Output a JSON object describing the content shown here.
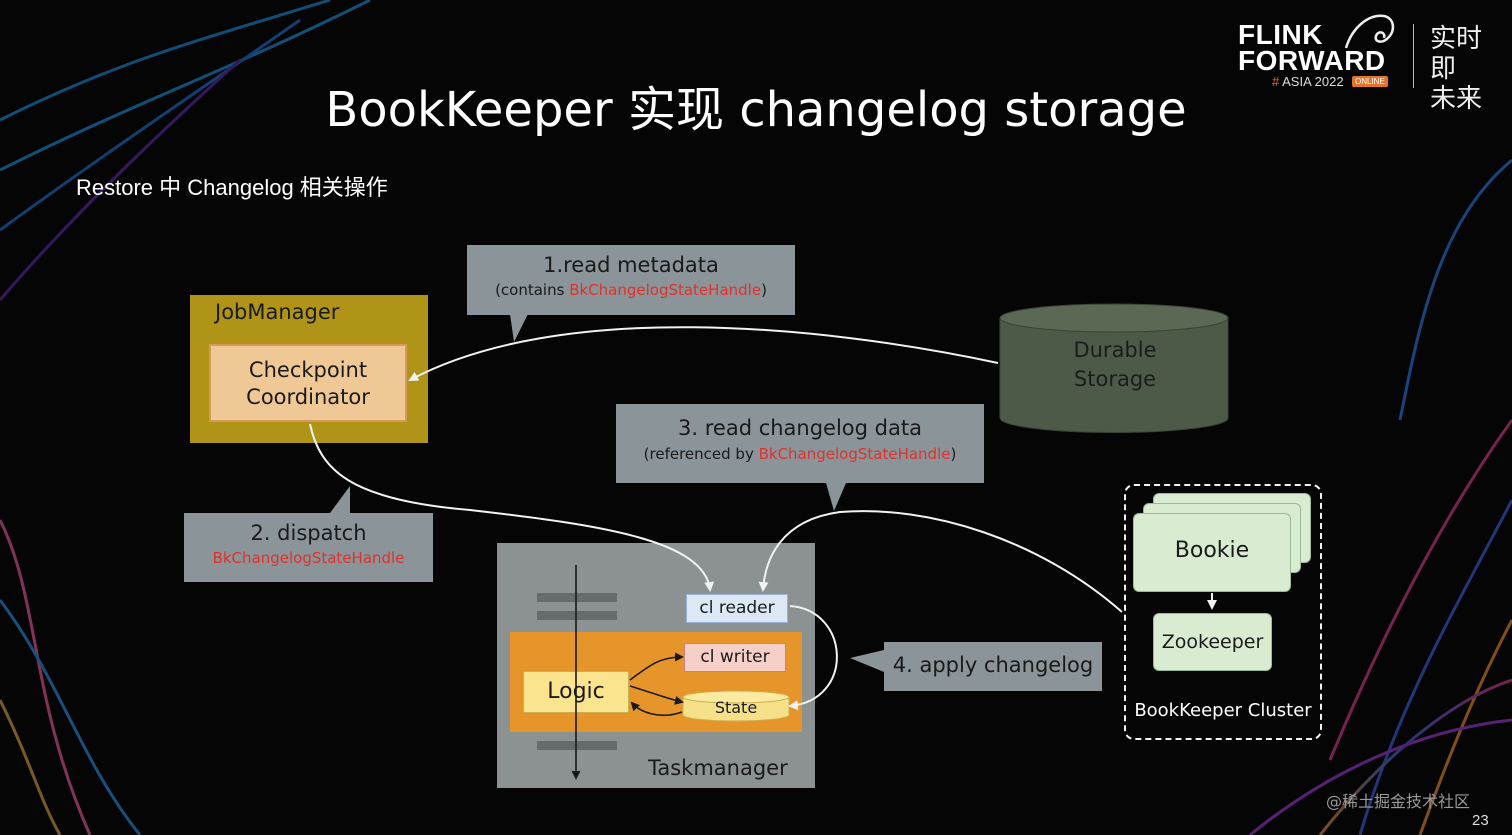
{
  "slide": {
    "title": "BookKeeper 实现 changelog storage",
    "subtitle": "Restore 中 Changelog 相关操作",
    "page_number": "23",
    "watermark": "@稀土掘金技术社区"
  },
  "logo": {
    "line1": "FLINK",
    "line2": "FORWARD",
    "hash": "#",
    "asia": "ASIA 2022",
    "online": "ONLINE",
    "cn_line1": "实时即",
    "cn_line2": "未来"
  },
  "diagram": {
    "callout_read_metadata": {
      "line1": "1.read metadata",
      "line2_prefix": "(contains ",
      "line2_handle": "BkChangelogStateHandle",
      "line2_suffix": ")"
    },
    "callout_dispatch": {
      "line1": "2. dispatch",
      "line2_handle": "BkChangelogStateHandle"
    },
    "callout_read_changelog": {
      "line1": "3. read changelog data",
      "line2_prefix": "(referenced by ",
      "line2_handle": "BkChangelogStateHandle",
      "line2_suffix": ")"
    },
    "callout_apply": {
      "line1": "4. apply changelog"
    },
    "jobmanager": {
      "label": "JobManager",
      "coordinator_line1": "Checkpoint",
      "coordinator_line2": "Coordinator"
    },
    "durable_storage": {
      "line1": "Durable",
      "line2": "Storage"
    },
    "taskmanager": {
      "label": "Taskmanager",
      "logic": "Logic",
      "cl_writer": "cl writer",
      "cl_reader": "cl reader",
      "state": "State"
    },
    "bookkeeper": {
      "bookie": "Bookie",
      "zookeeper": "Zookeeper",
      "cluster_label": "BookKeeper Cluster"
    }
  },
  "colors": {
    "callout": "#8a9499",
    "handle_text": "#e0322c",
    "jobmanager": "#b09418",
    "coordinator": "#f0c896",
    "durable_storage": "#4d5a48",
    "taskmanager": "#8b9291",
    "task_inner": "#e6952a",
    "logic": "#fae58e",
    "bookie": "#d9ecd1"
  }
}
